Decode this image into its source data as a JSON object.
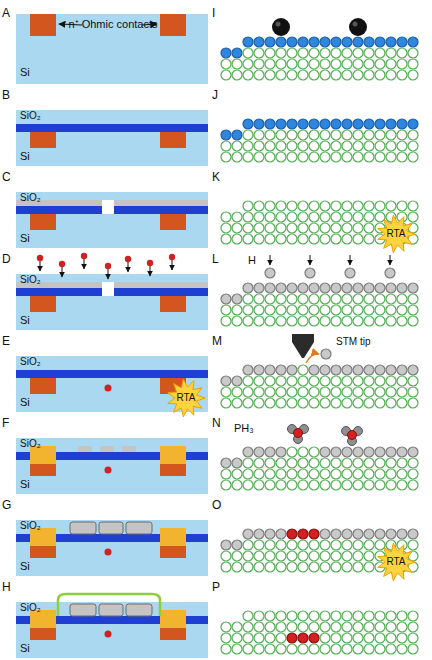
{
  "diagram": {
    "labels": [
      "A",
      "n⁺ Ohmic contacts",
      "Si",
      "B",
      "SiO₂",
      "Si",
      "C",
      "SiO₂",
      "Si",
      "D",
      "SiO₂",
      "Si",
      "E",
      "SiO₂",
      "Si",
      "RTA",
      "F",
      "SiO₂",
      "Si",
      "G",
      "SiO₂",
      "Si",
      "H",
      "SiO₂",
      "Si",
      "I",
      "J",
      "K",
      "RTA",
      "L",
      "H",
      "M",
      "STM tip",
      "N",
      "PH₃",
      "O",
      "RTA",
      "P"
    ]
  }
}
